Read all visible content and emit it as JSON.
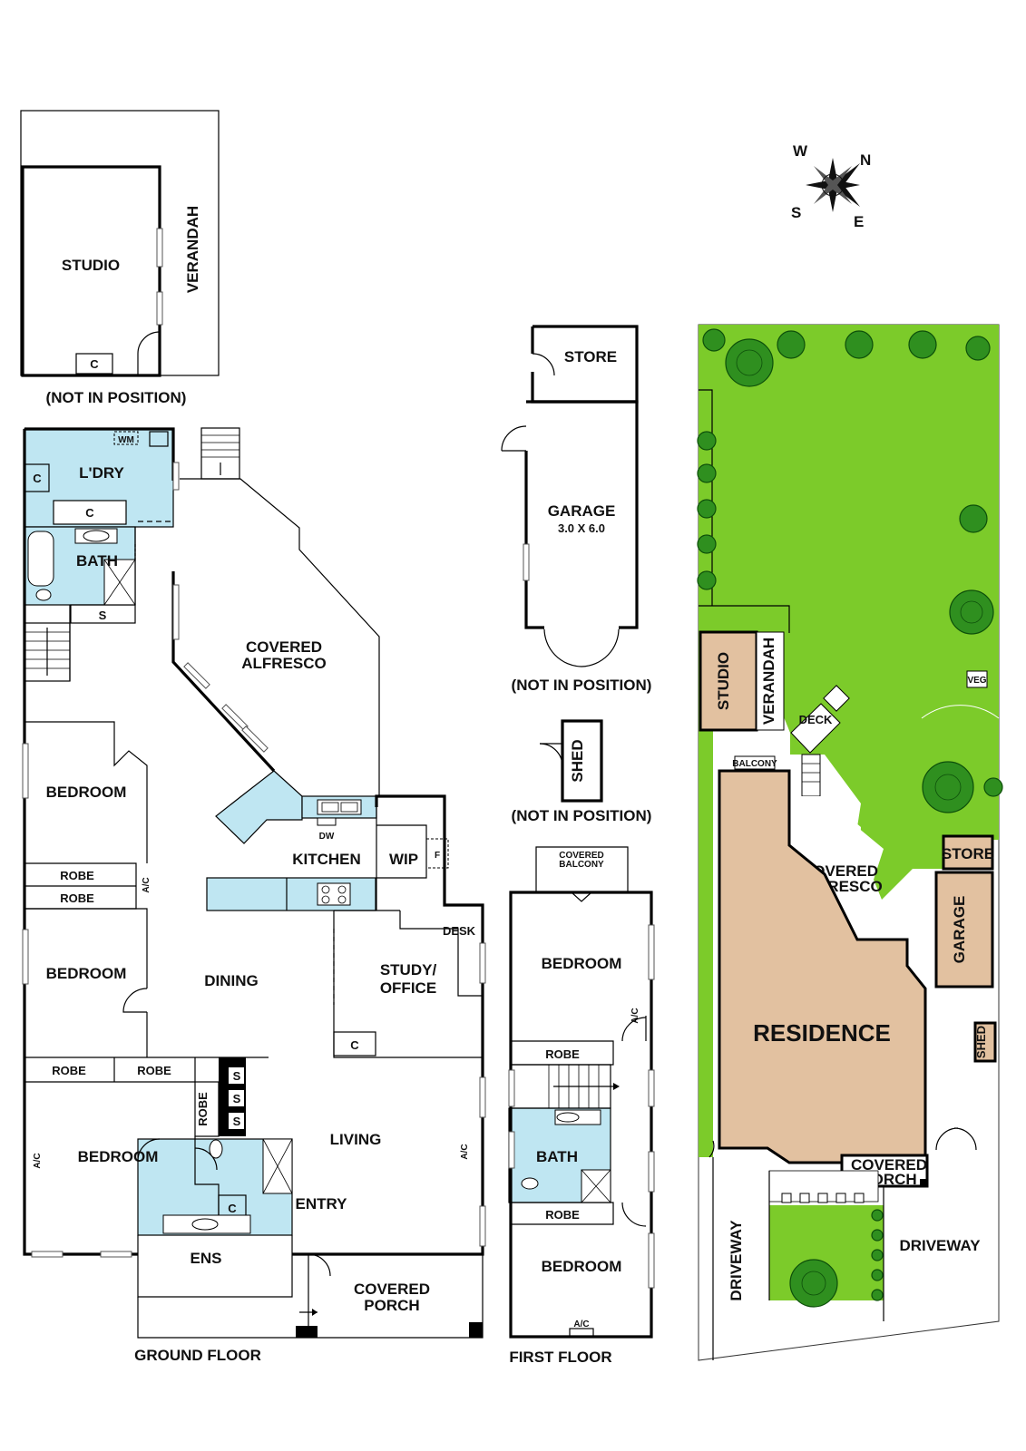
{
  "compass": {
    "n": "N",
    "s": "S",
    "e": "E",
    "w": "W"
  },
  "studio_block": {
    "studio": "STUDIO",
    "verandah": "VERANDAH",
    "cupboard": "C",
    "caption": "(NOT IN POSITION)"
  },
  "ground_floor": {
    "caption": "GROUND FLOOR",
    "laundry": "L'DRY",
    "wm": "WM",
    "cupboard_a": "C",
    "cupboard_b": "C",
    "bath": "BATH",
    "shower_s": "S",
    "covered_alfresco": [
      "COVERED",
      "ALFRESCO"
    ],
    "bedroom_1": "BEDROOM",
    "robe_1": "ROBE",
    "robe_2": "ROBE",
    "ac_1": "A/C",
    "bedroom_2": "BEDROOM",
    "dining": "DINING",
    "kitchen": "KITCHEN",
    "dw": "DW",
    "wip": "WIP",
    "fridge": "F",
    "desk": "DESK",
    "study": [
      "STUDY/",
      "OFFICE"
    ],
    "cupboard_c": "C",
    "robe_3": "ROBE",
    "robe_4": "ROBE",
    "robe_5": "ROBE",
    "s1": "S",
    "s2": "S",
    "s3": "S",
    "bedroom_3": "BEDROOM",
    "ac_2": "A/C",
    "living": "LIVING",
    "ac_3": "A/C",
    "entry": "ENTRY",
    "cupboard_d": "C",
    "ens": "ENS",
    "covered_porch": [
      "COVERED",
      "PORCH"
    ]
  },
  "garage_block": {
    "store": "STORE",
    "garage": "GARAGE",
    "size": "3.0 X 6.0",
    "caption": "(NOT IN POSITION)"
  },
  "shed_block": {
    "shed": "SHED",
    "caption": "(NOT IN POSITION)"
  },
  "first_floor": {
    "caption": "FIRST FLOOR",
    "covered_balcony": [
      "COVERED",
      "BALCONY"
    ],
    "bedroom_1": "BEDROOM",
    "ac_1": "A/C",
    "robe_1": "ROBE",
    "bath": "BATH",
    "robe_2": "ROBE",
    "bedroom_2": "BEDROOM",
    "ac_2": "A/C"
  },
  "site_plan": {
    "studio": "STUDIO",
    "verandah": "VERANDAH",
    "deck": "DECK",
    "balcony": "BALCONY",
    "veg": "VEG",
    "covered_alfresco": [
      "COVERED",
      "ALFRESCO"
    ],
    "store": "STORE",
    "garage": "GARAGE",
    "residence": "RESIDENCE",
    "shed": "SHED",
    "covered_porch": [
      "COVERED",
      "PORCH"
    ],
    "driveway_left": "DRIVEWAY",
    "driveway_right": "DRIVEWAY"
  },
  "colors": {
    "grass": "#7ccb2a",
    "building": "#e2c1a0",
    "wet_area": "#bfe6f2",
    "tree": "#2f8f1f"
  }
}
